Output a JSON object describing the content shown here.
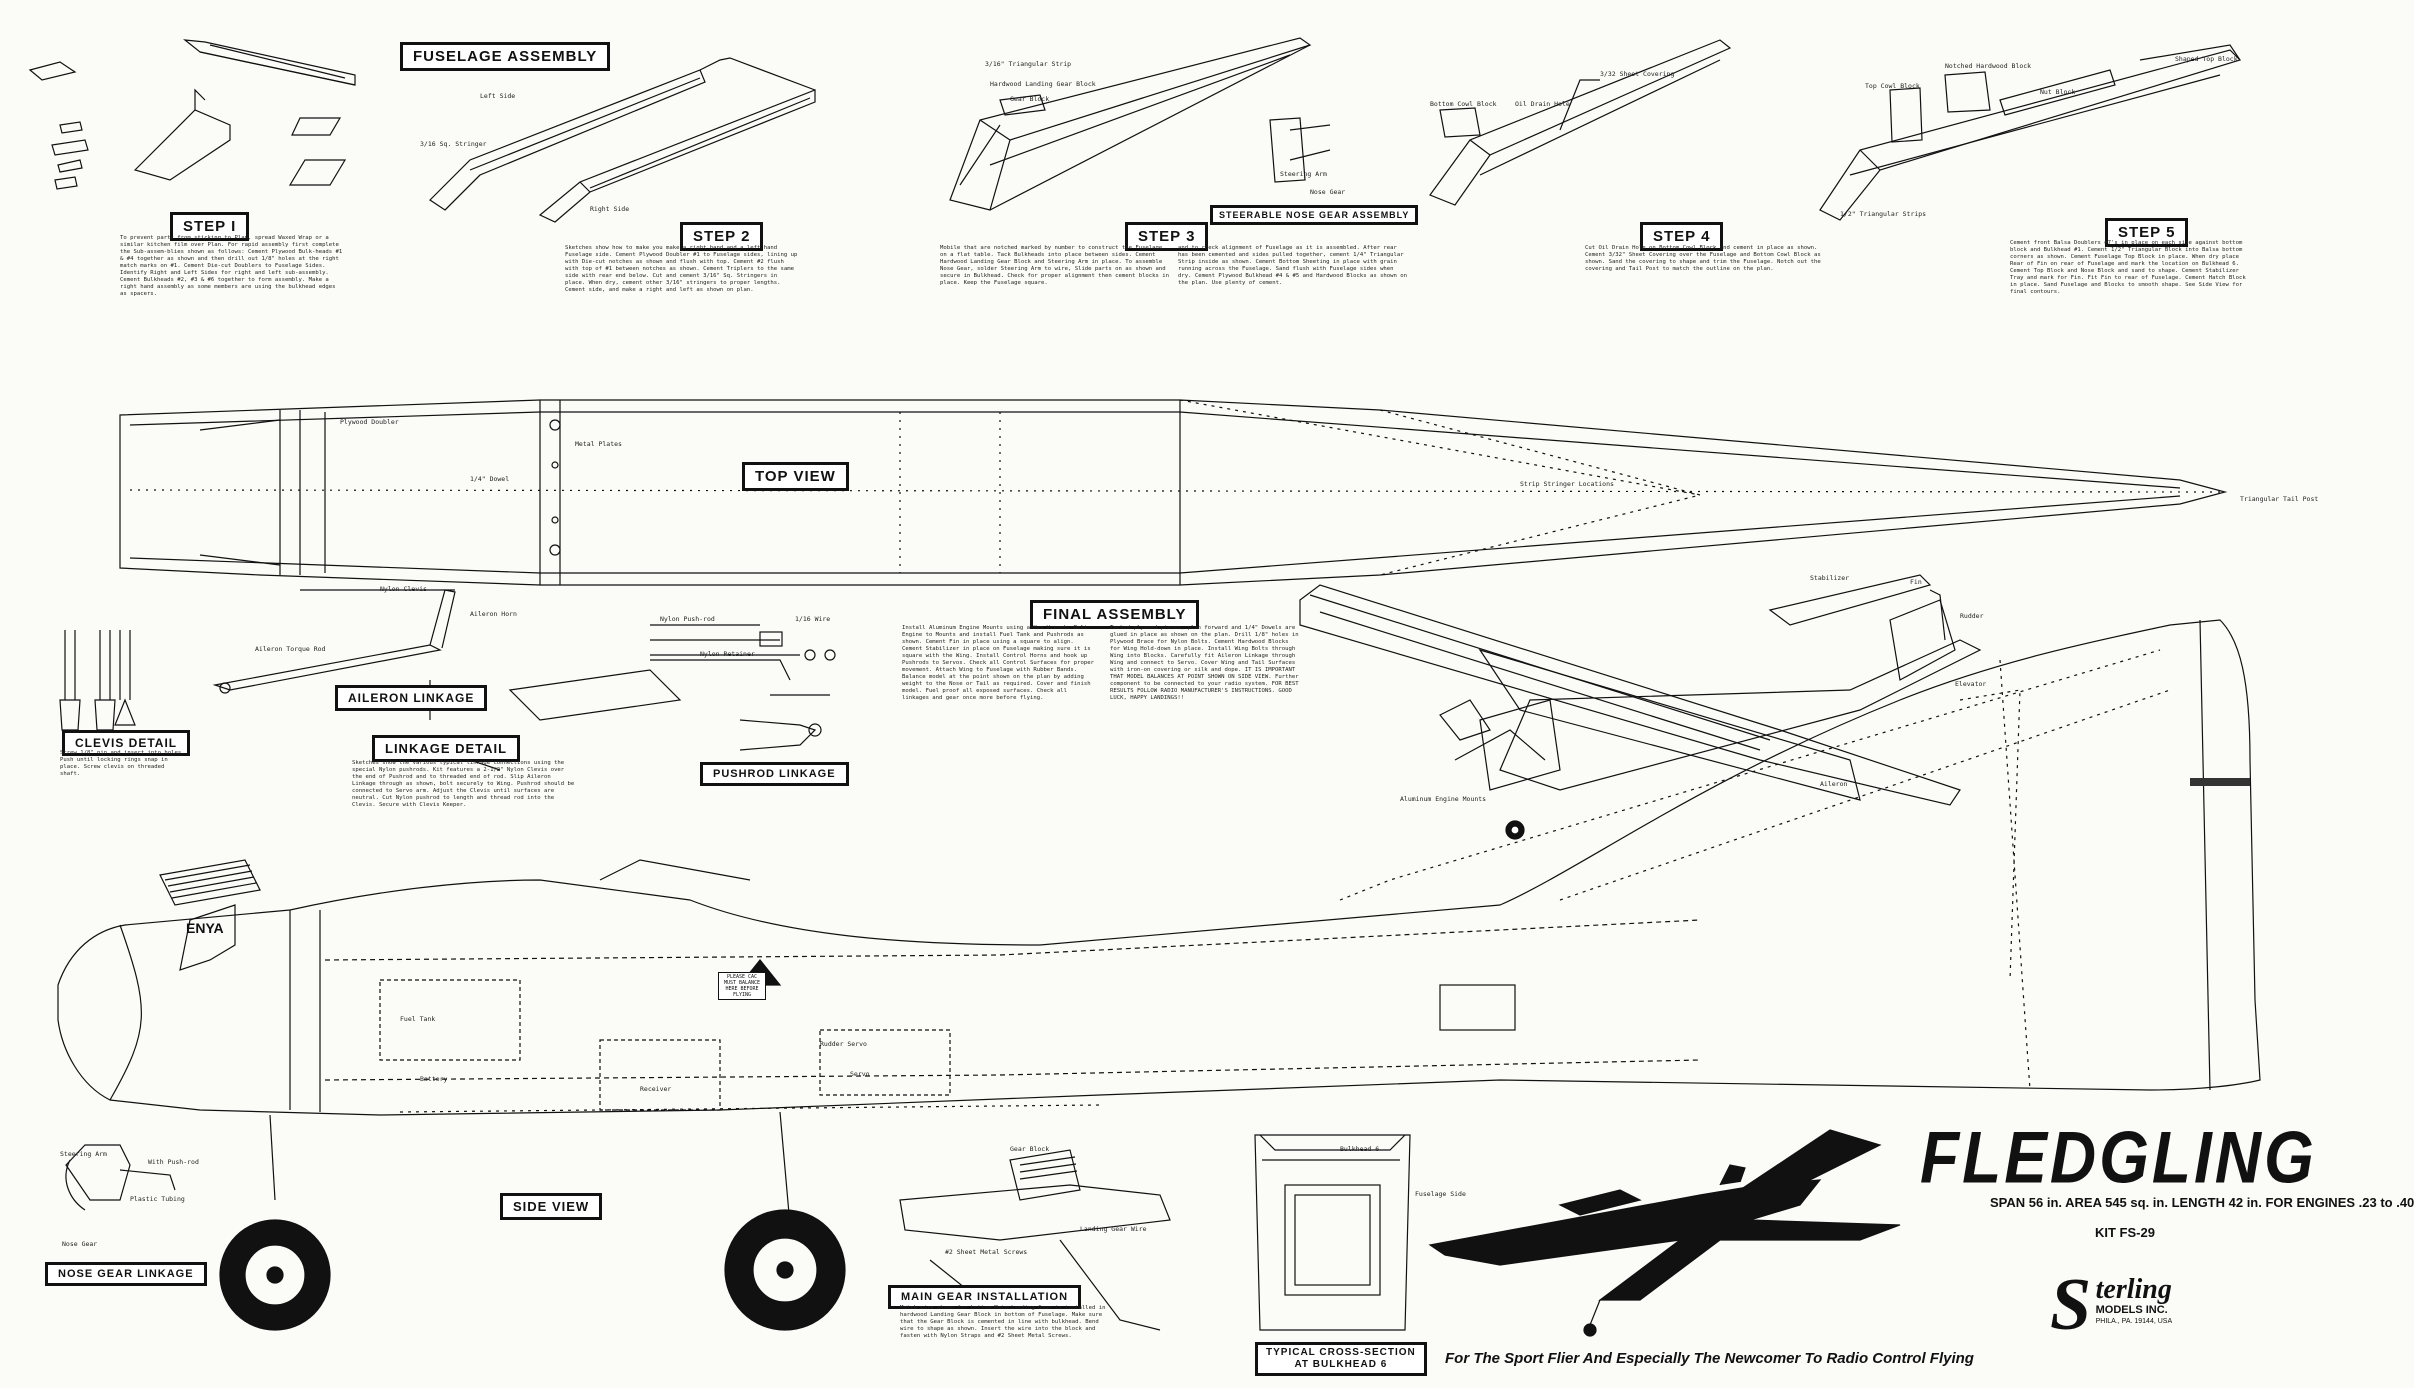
{
  "titles": {
    "fuselage_assembly": "FUSELAGE ASSEMBLY",
    "step1": "STEP I",
    "step2": "STEP 2",
    "step3": "STEP 3",
    "step4": "STEP 4",
    "step5": "STEP 5",
    "steerable": "STEERABLE NOSE GEAR ASSEMBLY",
    "top_view": "TOP VIEW",
    "final_assembly": "FINAL ASSEMBLY",
    "aileron_linkage": "AILERON LINKAGE",
    "clevis_detail": "CLEVIS DETAIL",
    "linkage_detail": "LINKAGE DETAIL",
    "pushrod_linkage": "PUSHROD LINKAGE",
    "side_view": "SIDE VIEW",
    "nose_gear_linkage": "NOSE GEAR LINKAGE",
    "main_gear": "MAIN GEAR INSTALLATION",
    "cross_section_1": "TYPICAL CROSS-SECTION",
    "cross_section_2": "AT BULKHEAD 6"
  },
  "brand": {
    "name": "FLEDGLING",
    "specs": "SPAN 56 in.  AREA 545 sq. in.  LENGTH 42 in.  FOR ENGINES .23 to .40",
    "kit": "KIT FS-29",
    "logo_s": "S",
    "logo_word": "terling",
    "logo_sub": "MODELS INC.",
    "logo_addr": "PHILA., PA. 19144, USA",
    "tagline": "For The Sport Flier And Especially The Newcomer To Radio Control Flying",
    "engine_mark": "ENYA"
  },
  "notes": {
    "step1": "To prevent parts from sticking to Plan, spread Waxed Wrap or a similar kitchen film over Plan. For rapid assembly first complete the Sub-assem-blies shown as follows: Cement Plywood Bulk-heads #1 & #4 together as shown and then drill out 1/8\" holes at the right match marks on #1. Cement Die-cut Doublers to Fuselage Sides. Identify Right and Left Sides for right and left sub-assembly. Cement Bulkheads #2, #3 & #6 together to form assembly. Make a right hand assembly as some members are using the bulkhead edges as spacers.",
    "step2": "Sketches show how to make you make a right hand and a left hand Fuselage side. Cement Plywood Doubler #1 to Fuselage sides, lining up with Die-cut notches as shown and flush with top. Cement #2 flush with top of #1 between notches as shown. Cement Triplers to the same side with rear end below. Cut and cement 3/16\" Sq. Stringers in place. When dry, cement other 3/16\" stringers to proper lengths. Cement side, and make a right and left as shown on plan.",
    "step3": "Mobile that are notched marked by number to construct the Fuselage on a flat table. Tack Bulkheads into place between sides. Cement Hardwood Landing Gear Block and Steering Arm in place. To assemble Nose Gear, solder Steering Arm to wire, Slide parts on as shown and secure in Bulkhead. Check for proper alignment then cement blocks in place. Keep the Fuselage square.",
    "step3b": "and to check alignment of Fuselage as it is assembled. After rear has been cemented and sides pulled together, cement 1/4\" Triangular Strip inside as shown. Cement Bottom Sheeting in place with grain running across the Fuselage. Sand flush with Fuselage sides when dry. Cement Plywood Bulkhead #4 & #5 and Hardwood Blocks as shown on the plan. Use plenty of cement.",
    "step4": "Cut Oil Drain Hole on Bottom Cowl Block and cement in place as shown. Cement 3/32\" Sheet Covering over the Fuselage and Bottom Cowl Block as shown. Sand the covering to shape and trim the Fuselage. Notch out the covering and Tail Post to match the outline on the plan.",
    "step5": "Cement front Balsa Doublers #7's in place on each side against bottom block and Bulkhead #1. Cement 1/2\" Triangular Block into Balsa bottom corners as shown. Cement Fuselage Top Block in place. When dry place Rear of Fin on rear of Fuselage and mark the location on Bulkhead 6. Cement Top Block and Nose Block and sand to shape. Cement Stabilizer Tray and mark for Fin. Fit Fin to rear of Fuselage. Cement Hatch Block in place. Sand Fuselage and Blocks to smooth shape. See Side View for final contours.",
    "final": "Install Aluminum Engine Mounts using a Hex Wrench. Bolt Engine to Mounts and install Fuel Tank and Pushrods as shown. Cement Fin in place using a square to align. Cement Stabilizer in place on Fuselage making sure it is square with the Wing. Install Control Horns and hook up Pushrods to Servos. Check all Control Surfaces for proper movement. Attach Wing to Fuselage with Rubber Bands. Balance model at the point shown on the plan by adding weight to the Nose or Tail as required. Cover and finish model. Fuel proof all exposed surfaces. Check all linkages and gear once more before flying.",
    "final2": "Tacked plywood pieces, plan forward and 1/4\" Dowels are glued in place as shown on the plan. Drill 1/8\" holes in Plywood Brace for Nylon Bolts. Cement Hardwood Blocks for Wing Hold-down in place. Install Wing Bolts through Wing into Blocks. Carefully fit Aileron Linkage through Wing and connect to Servo. Cover Wing and Tail Surfaces with iron-on covering or silk and dope. IT IS IMPORTANT THAT MODEL BALANCES AT POINT SHOWN ON SIDE VIEW. Further component to be connected to your radio system. FOR BEST RESULTS FOLLOW RADIO MANUFACTURER'S INSTRUCTIONS. GOOD LUCK, HAPPY LANDINGS!!",
    "linkage": "Sketches show the various typical linkage connections using the special Nylon pushrods. Kit features a 2-1/2\" Nylon Clevis over the end of Pushrod and to threaded end of rod. Slip Aileron Linkage through as shown, bolt securely to Wing. Pushrod should be connected to Servo arm. Adjust the Clevis until surfaces are neutral. Cut Nylon pushrod to length and thread rod into the Clevis. Secure with Clevis Keeper.",
    "main_gear": "Match wire shown for bottom Main Landing Gear is installed in hardwood Landing Gear Block in bottom of Fuselage. Make sure that the Gear Block is cemented in line with bulkhead. Bend wire to shape as shown. Insert the wire into the block and fasten with Nylon Straps and #2 Sheet Metal Screws.",
    "clevis": "Screw 1/8\" pin and insert into holes. Push until locking rings snap in place. Screw clevis on threaded shaft."
  },
  "labels": {
    "left_side": "Left Side",
    "right_side": "Right Side",
    "stringer": "3/16 Sq. Stringer",
    "triangular": "3/16\" Triangular Strip",
    "hardwood_lg": "Hardwood Landing Gear Block",
    "gear_block": "Gear Block",
    "nose_gear": "Nose Gear",
    "steering_arm": "Steering Arm",
    "bottom_cowl": "Bottom Cowl Block",
    "oil_drain": "Oil Drain Hole",
    "sheet_cover": "3/32 Sheet Covering",
    "top_block": "Shaped Top Block",
    "hatch_block": "Notched Hardwood Block",
    "nut_block": "Nut Block",
    "cowl_block": "Top Cowl Block",
    "half_tri": "1/2\" Triangular Strips",
    "tail_post": "Triangular Tail Post",
    "metal_plates": "Metal Plates",
    "dowel": "1/4\" Dowel",
    "strip_stringer": "Strip Stringer Locations",
    "plywood_doubler": "Plywood Doubler",
    "pushrod": "Nylon Push-rod",
    "clevis": "Nylon Clevis",
    "retainer": "Nylon Retainer",
    "wire": "1/16 Wire",
    "aileron_horn": "Aileron Horn",
    "torque_rod": "Aileron Torque Rod",
    "fuel_tank": "Fuel Tank",
    "battery": "Battery",
    "receiver": "Receiver",
    "servo": "Servo",
    "rudder_servo": "Rudder Servo",
    "plastic_tubing": "Plastic Tubing",
    "steering_arm2": "With Push-rod",
    "landing_gear": "Landing Gear Wire",
    "strap": "#2 Sheet Metal Screws",
    "bulkhead6": "Bulkhead 6",
    "fuselage_side": "Fuselage Side",
    "balance": "PLEASE CAC MUST BALANCE HERE BEFORE FLYING",
    "stab": "Stabilizer",
    "fin": "Fin",
    "rudder": "Rudder",
    "elevator": "Elevator",
    "aileron": "Aileron",
    "wing_mount": "Aluminum Engine Mounts"
  }
}
